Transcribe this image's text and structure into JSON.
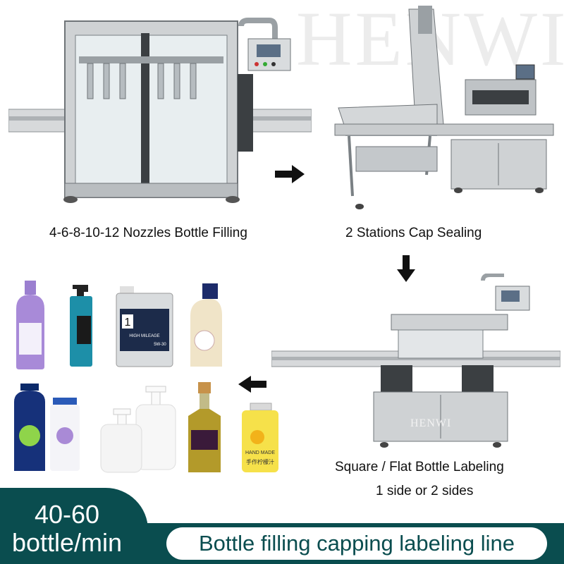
{
  "brand": {
    "watermark": "HENWI",
    "machine_plate": "HENWI"
  },
  "process": {
    "filling_caption": "4-6-8-10-12 Nozzles Bottle Filling",
    "capping_caption": "2 Stations Cap Sealing",
    "labeling_caption_line1": "Square / Flat Bottle Labeling",
    "labeling_caption_line2": "1 side or 2 sides"
  },
  "banner": {
    "speed_line1": "40-60",
    "speed_line2": "bottle/min",
    "title": "Bottle filling capping labeling line"
  },
  "products": {
    "oil_can_badge": "1",
    "oil_can_text": "HIGH MILEAGE",
    "oil_can_grade": "5W-30",
    "juice_text": "HAND MADE",
    "juice_cn": "手作柠檬汁"
  },
  "colors": {
    "banner": "#0a4d4f",
    "steel": "#c9ccce",
    "steel_dark": "#8d9296",
    "arrow": "#111111"
  }
}
